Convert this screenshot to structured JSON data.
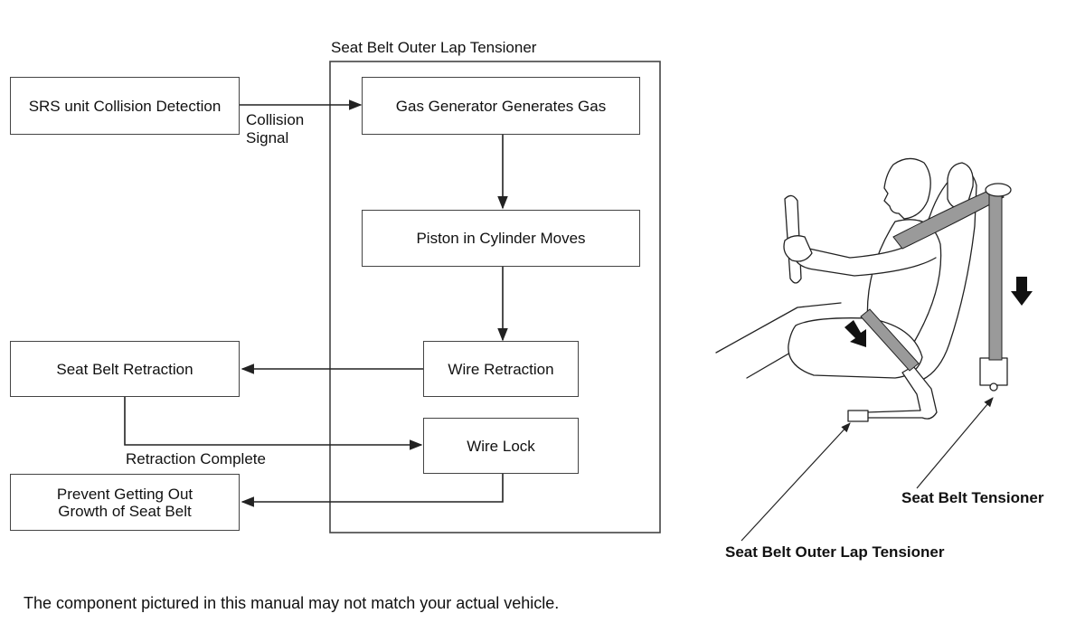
{
  "diagram": {
    "group_title": "Seat Belt Outer Lap Tensioner",
    "boxes": {
      "srs": "SRS unit Collision Detection",
      "gas": "Gas Generator Generates Gas",
      "piston": "Piston in Cylinder Moves",
      "wire_retraction": "Wire Retraction",
      "seatbelt_retraction": "Seat Belt Retraction",
      "wire_lock": "Wire Lock",
      "prevent_line1": "Prevent Getting Out",
      "prevent_line2": "Growth of Seat Belt"
    },
    "edge_labels": {
      "collision_line1": "Collision",
      "collision_line2": "Signal",
      "retraction_complete": "Retraction Complete"
    }
  },
  "illustration": {
    "callout_tensioner": "Seat Belt Tensioner",
    "callout_lap_tensioner": "Seat Belt Outer Lap Tensioner"
  },
  "footer": {
    "note": "The component pictured in this manual may not match your actual vehicle."
  }
}
